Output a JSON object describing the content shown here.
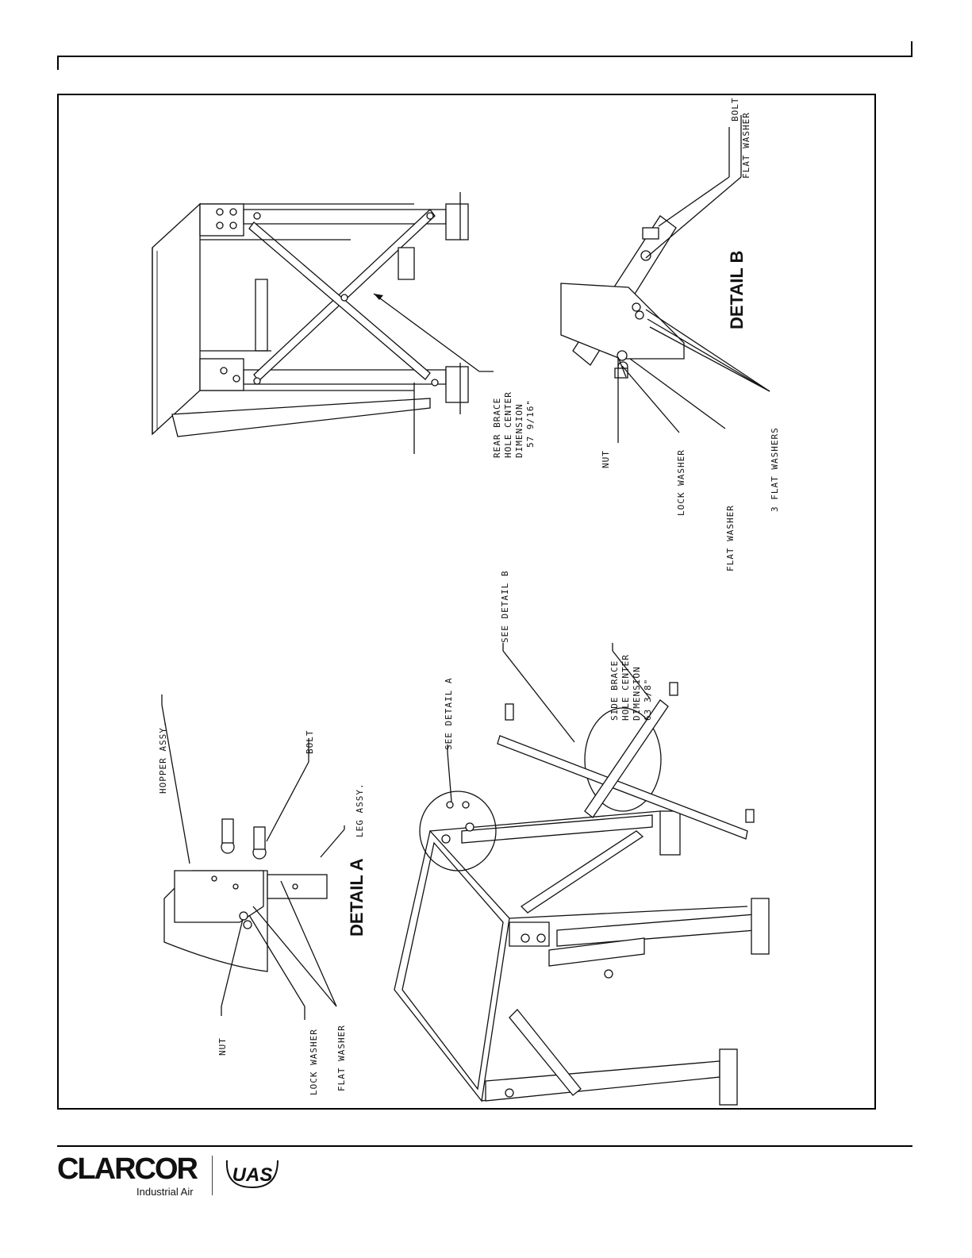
{
  "labels": {
    "hopper_assy": "HOPPER ASSY.",
    "bolt_a": "BOLT",
    "leg_assy": "LEG ASSY.",
    "nut_a": "NUT",
    "lock_washer_a": "LOCK WASHER",
    "flat_washer_a": "FLAT WASHER",
    "detail_a": "DETAIL A",
    "see_detail_a": "SEE DETAIL  A",
    "see_detail_b": "SEE DETAIL  B",
    "side_brace_1": "SIDE BRACE",
    "side_brace_2": "HOLE CENTER",
    "side_brace_3": "DIMENSION",
    "side_brace_4": "63 3/8\"",
    "rear_brace_1": "REAR BRACE",
    "rear_brace_2": "HOLE CENTER",
    "rear_brace_3": "DIMENSION",
    "rear_brace_4": "57 9/16\"",
    "bolt_b": "BOLT",
    "flat_washer_b_top": "FLAT WASHER",
    "detail_b": "DETAIL B",
    "nut_b": "NUT",
    "lock_washer_b": "LOCK WASHER",
    "flat_washer_b": "FLAT WASHER",
    "three_flat_washers": "3 FLAT WASHERS"
  },
  "footer": {
    "brand": "CLARCOR",
    "brand_sub": "Industrial Air",
    "partner": "UAS"
  }
}
